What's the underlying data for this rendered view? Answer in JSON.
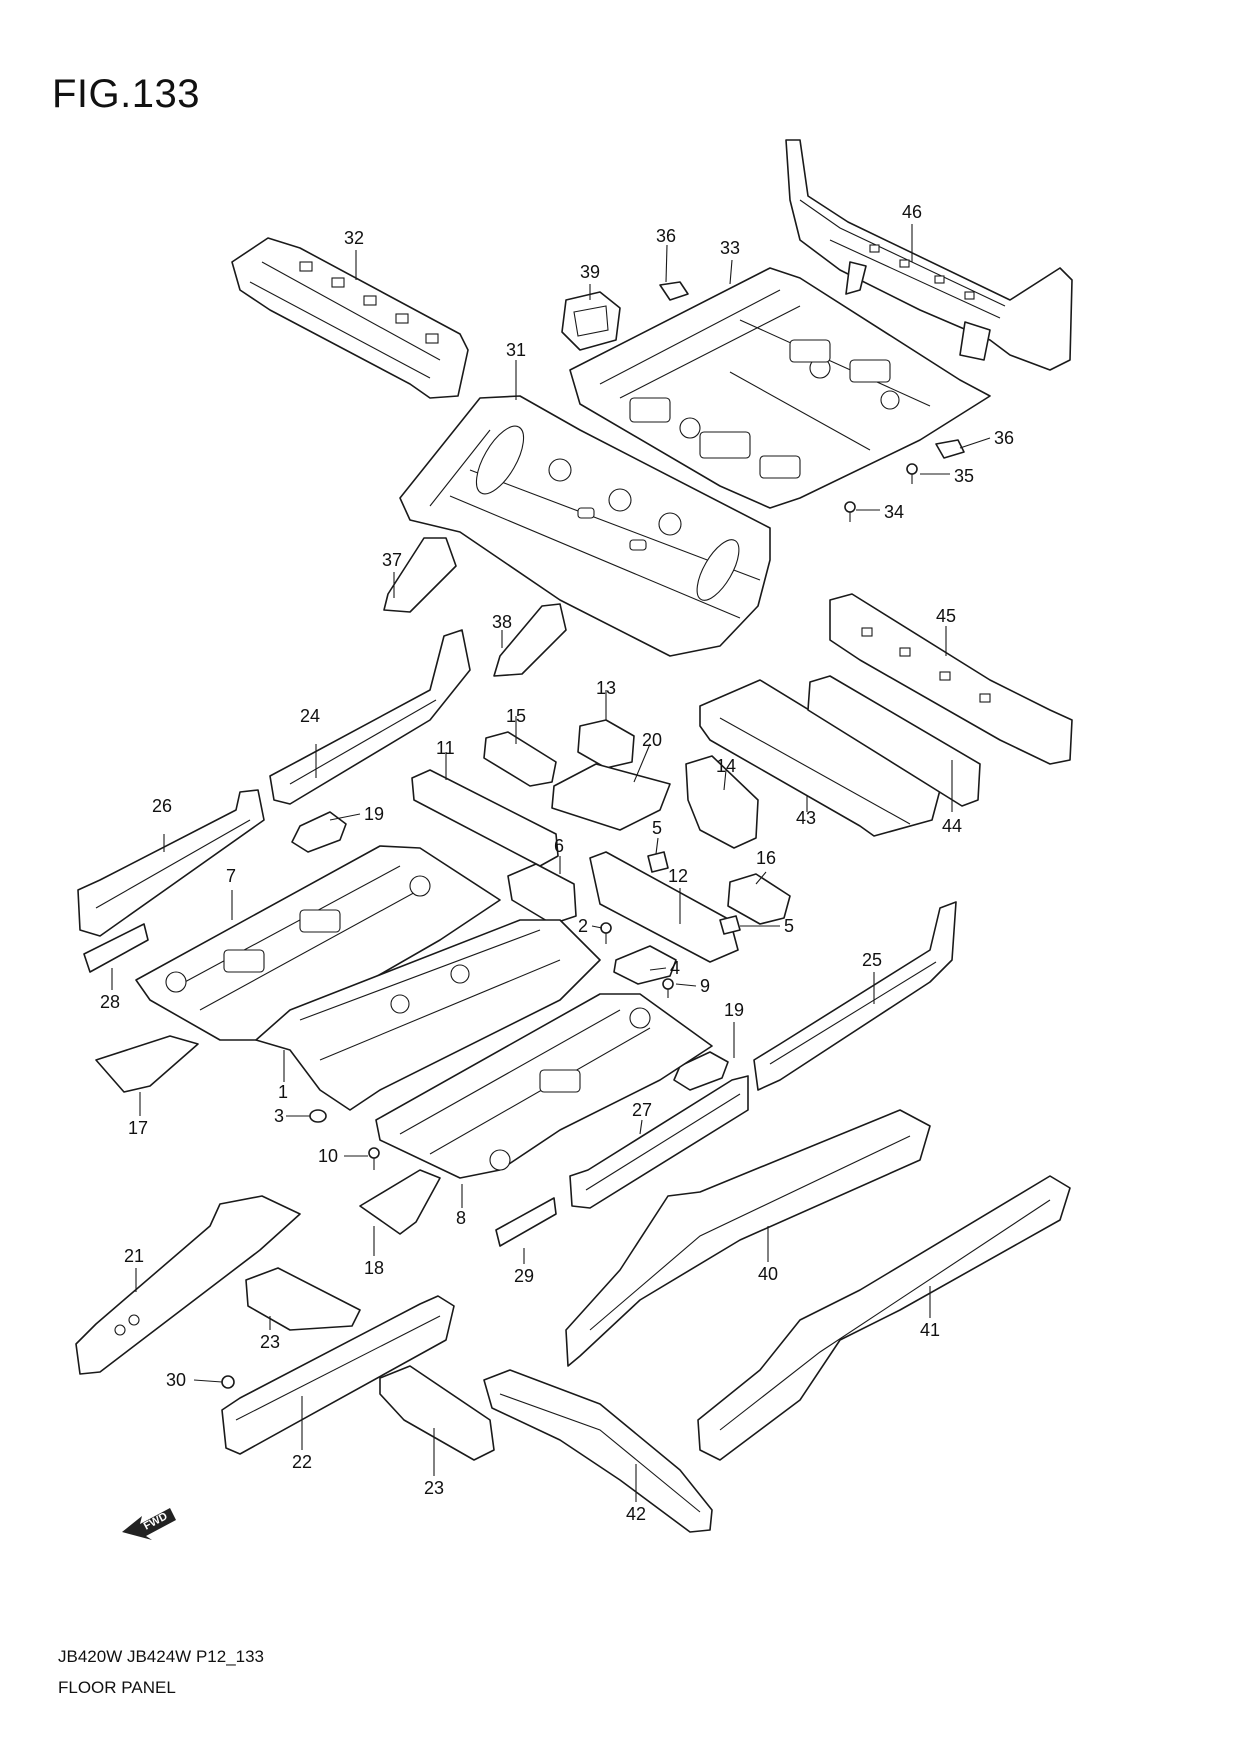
{
  "figure_title": "FIG.133",
  "footer": {
    "model_code": "JB420W JB424W P12_133",
    "section_name": "FLOOR PANEL"
  },
  "fwd_label": "FWD",
  "callouts": {
    "c1": "1",
    "c2": "2",
    "c3": "3",
    "c4": "4",
    "c5a": "5",
    "c5b": "5",
    "c6": "6",
    "c7": "7",
    "c8": "8",
    "c9": "9",
    "c10": "10",
    "c11": "11",
    "c12": "12",
    "c13": "13",
    "c14": "14",
    "c15": "15",
    "c16": "16",
    "c17": "17",
    "c18": "18",
    "c19a": "19",
    "c19b": "19",
    "c20": "20",
    "c21": "21",
    "c22": "22",
    "c23a": "23",
    "c23b": "23",
    "c24": "24",
    "c25": "25",
    "c26": "26",
    "c27": "27",
    "c28": "28",
    "c29": "29",
    "c30": "30",
    "c31": "31",
    "c32": "32",
    "c33": "33",
    "c34": "34",
    "c35": "35",
    "c36a": "36",
    "c36b": "36",
    "c37": "37",
    "c38": "38",
    "c39": "39",
    "c40": "40",
    "c41": "41",
    "c42": "42",
    "c43": "43",
    "c44": "44",
    "c45": "45",
    "c46": "46"
  }
}
